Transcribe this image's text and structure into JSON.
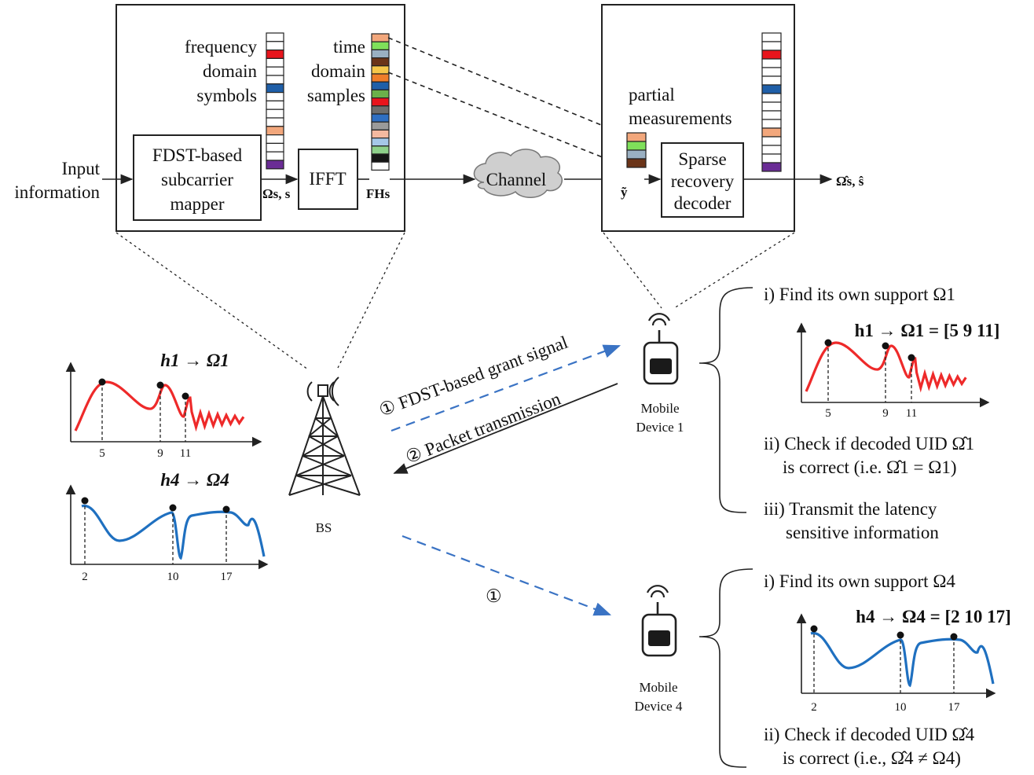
{
  "colors": {
    "red_curve": "#ee2a2a",
    "blue_curve": "#1f70c0",
    "blue_arrow": "#3a73c4",
    "cloud": "#cfcfcf"
  },
  "transmitter": {
    "input_label_1": "Input",
    "input_label_2": "information",
    "freq_label": [
      "frequency",
      "domain",
      "symbols"
    ],
    "time_label": [
      "time",
      "domain",
      "samples"
    ],
    "mapper_label": [
      "FDST-based",
      "subcarrier",
      "mapper"
    ],
    "ifft_label": "IFFT",
    "omega_s_label": "Ωs, s",
    "fhs_label": "FHs",
    "freq_cells": [
      "#ffffff",
      "#ffffff",
      "#e8141c",
      "#ffffff",
      "#ffffff",
      "#ffffff",
      "#1f5fa8",
      "#ffffff",
      "#ffffff",
      "#ffffff",
      "#ffffff",
      "#f2a77c",
      "#ffffff",
      "#ffffff",
      "#ffffff",
      "#6a2c95"
    ],
    "time_cells": [
      "#f2a77c",
      "#7fe05a",
      "#9ab0c2",
      "#6b3418",
      "#f6c649",
      "#ef7d2a",
      "#1f5fa8",
      "#6bb04a",
      "#e8141c",
      "#6d6d6d",
      "#2f6fc2",
      "#9a9a9a",
      "#f4b9a0",
      "#a5c7e8",
      "#8ed08a",
      "#151515",
      "#ffffff"
    ]
  },
  "channel": {
    "label": "Channel"
  },
  "receiver": {
    "partial_label": [
      "partial",
      "measurements"
    ],
    "decoder_label": [
      "Sparse",
      "recovery",
      "decoder"
    ],
    "y_label": "ỹ",
    "output_label": "Ω̂s, ŝ",
    "partial_cells": [
      "#f2a77c",
      "#7fe05a",
      "#9ab0c2",
      "#6b3418"
    ],
    "rec_cells": [
      "#ffffff",
      "#ffffff",
      "#e8141c",
      "#ffffff",
      "#ffffff",
      "#ffffff",
      "#1f5fa8",
      "#ffffff",
      "#ffffff",
      "#ffffff",
      "#ffffff",
      "#f2a77c",
      "#ffffff",
      "#ffffff",
      "#ffffff",
      "#6a2c95"
    ]
  },
  "bs": {
    "label": "BS",
    "arrow1": "① FDST-based grant signal",
    "arrow2": "② Packet transmission",
    "arrow3": "①"
  },
  "bs_plots": {
    "h1_title": "h1 → Ω1",
    "h1_ticks": [
      "5",
      "9",
      "11"
    ],
    "h4_title": "h4 → Ω4",
    "h4_ticks": [
      "2",
      "10",
      "17"
    ]
  },
  "device1": {
    "label_1": "Mobile",
    "label_2": "Device 1",
    "step_i": "i) Find its own support Ω1",
    "plot_title": "h1 → Ω1 = [5  9  11]",
    "ticks": [
      "5",
      "9",
      "11"
    ],
    "step_ii_1": "ii) Check if decoded UID Ω̂1",
    "step_ii_2": "is correct (i.e. Ω̂1 = Ω1)",
    "step_iii_1": "iii) Transmit the latency",
    "step_iii_2": "sensitive information"
  },
  "device4": {
    "label_1": "Mobile",
    "label_2": "Device 4",
    "step_i": "i) Find its own support Ω4",
    "plot_title": "h4 → Ω4 = [2  10  17]",
    "ticks": [
      "2",
      "10",
      "17"
    ],
    "step_ii_1": "ii) Check if decoded UID Ω̂4",
    "step_ii_2": "is correct (i.e., Ω̂4 ≠ Ω4)"
  }
}
